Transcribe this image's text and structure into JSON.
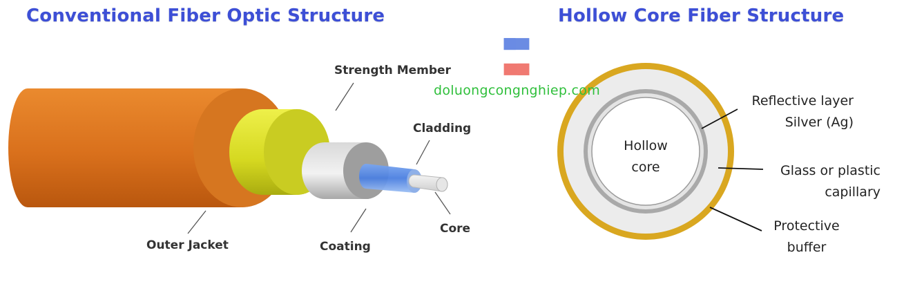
{
  "titles": {
    "left": "Conventional Fiber Optic Structure",
    "right": "Hollow Core Fiber Structure"
  },
  "conventional": {
    "labels": {
      "strength_member": "Strength Member",
      "cladding": "Cladding",
      "core": "Core",
      "coating": "Coating",
      "outer_jacket": "Outer Jacket"
    },
    "colors": {
      "outer_jacket": "#e27a23",
      "strength_member": "#dde22a",
      "coating": "#bcbcbc",
      "cladding": "#5b8ee6",
      "core": "#e0e0e0"
    }
  },
  "hollow_core": {
    "labels": {
      "core_line1": "Hollow",
      "core_line2": "core",
      "reflective_line1": "Reflective layer",
      "reflective_line2": "Silver (Ag)",
      "capillary_line1": "Glass or plastic",
      "capillary_line2": "capillary",
      "buffer_line1": "Protective",
      "buffer_line2": "buffer"
    },
    "colors": {
      "buffer": "#d9a720",
      "capillary": "#ececec",
      "reflective_layer": "#aaaaaa",
      "core": "#ffffff"
    }
  },
  "watermark": {
    "text": "doluongcongnghiep.com",
    "logo_colors": [
      "#5b7fe0",
      "#ee6a62"
    ]
  }
}
